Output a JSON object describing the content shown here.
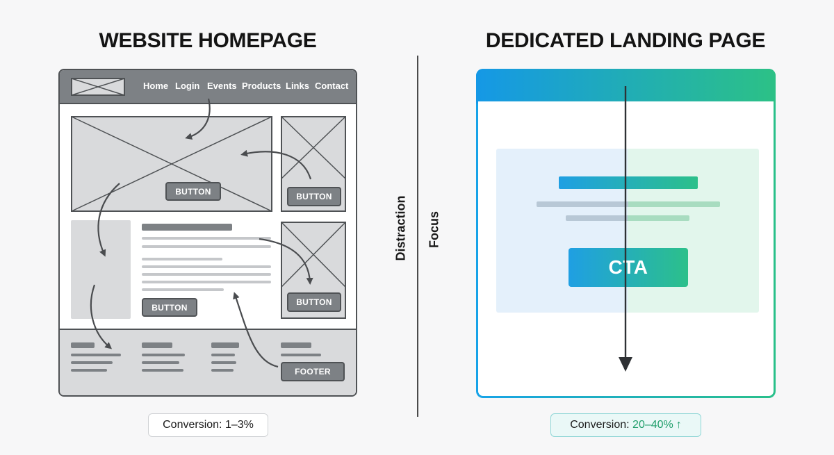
{
  "left": {
    "title": "WEBSITE HOMEPAGE",
    "nav": [
      "Home",
      "Login",
      "Events",
      "Products",
      "Links",
      "Contact"
    ],
    "buttons": {
      "hero": "BUTTON",
      "side_top": "BUTTON",
      "content": "BUTTON",
      "side_bottom": "BUTTON",
      "footer": "FOOTER"
    },
    "conversion_label": "Conversion: 1–3%"
  },
  "divider_labels": {
    "left": "Distraction",
    "right": "Focus"
  },
  "right": {
    "title": "DEDICATED LANDING PAGE",
    "cta": "CTA",
    "conversion_prefix": "Conversion: ",
    "conversion_value": "20–40%",
    "conversion_arrow": "↑"
  },
  "colors": {
    "wire_dark": "#4f5255",
    "wire_mid": "#7d8185",
    "wire_fill": "#d9dadc",
    "blue": "#17a3e8",
    "green": "#29c08a",
    "conversion_green": "#1f9e6a"
  }
}
